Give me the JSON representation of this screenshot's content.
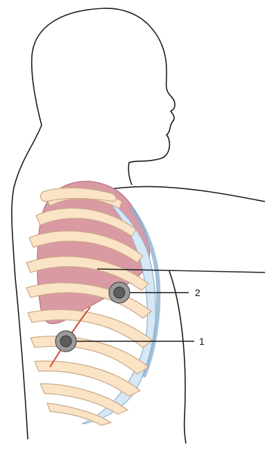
{
  "figure": {
    "markers": [
      {
        "id": "1",
        "label": "1"
      },
      {
        "id": "2",
        "label": "2"
      }
    ],
    "colors": {
      "outline": "#1a1a1a",
      "rib": "#fbe3c6",
      "rib_stroke": "#c9a886",
      "lung": "#d99aa3",
      "lung_stroke": "#b7717b",
      "cartilage": "#d6e8f5",
      "cartilage_stroke": "#8fb2cf",
      "vessel": "#cc4b3b",
      "marker_outer": "#9a9a9a",
      "marker_inner": "#5c5c5c"
    }
  }
}
